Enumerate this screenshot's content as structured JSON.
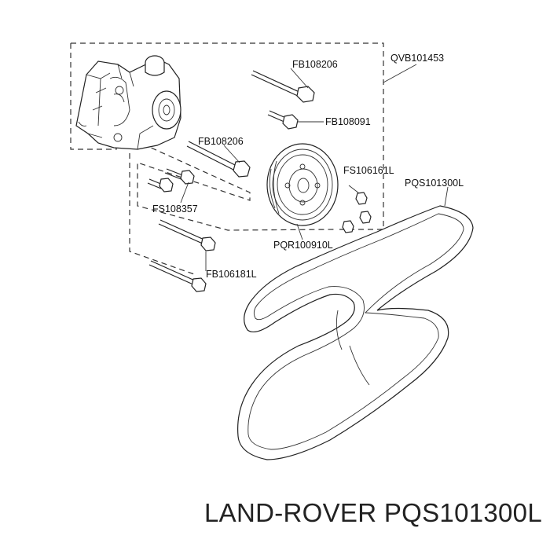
{
  "labels": {
    "qvb101453": "QVB101453",
    "fb108206_top": "FB108206",
    "fb108091": "FB108091",
    "fb108206_mid": "FB108206",
    "fs106161l": "FS106161L",
    "pqs101300l": "PQS101300L",
    "fs108357": "FS108357",
    "pqr100910l": "PQR100910L",
    "fb106181l": "FB106181L"
  },
  "footer": {
    "brand": "LAND-ROVER",
    "part_number": "PQS101300L"
  }
}
